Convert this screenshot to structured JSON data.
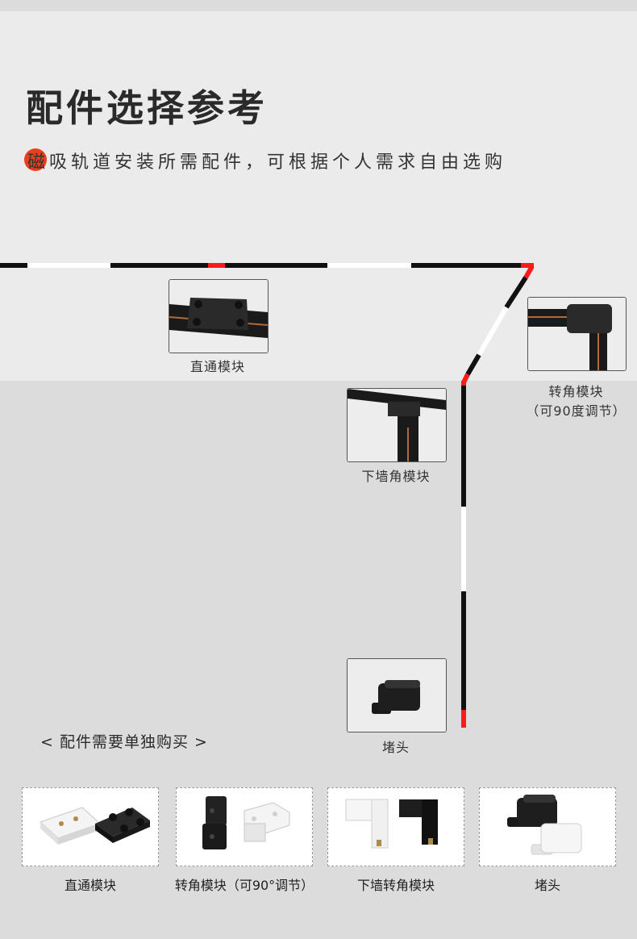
{
  "header": {
    "title": "配件选择参考",
    "subtitle": "磁吸轨道安装所需配件，可根据个人需求自由选购"
  },
  "diagram": {
    "straight": "直通模块",
    "corner": "转角模块",
    "corner_note": "（可90度调节）",
    "wall_corner": "下墙角模块",
    "end_cap": "堵头"
  },
  "note": "< 配件需要单独购买 >",
  "products": [
    {
      "label": "直通模块"
    },
    {
      "label": "转角模块（可90°调节）"
    },
    {
      "label": "下墙转角模块"
    },
    {
      "label": "堵头"
    }
  ],
  "colors": {
    "accent": "#e8401c",
    "track_red": "#ff1a1a",
    "track_black": "#111111",
    "band_light": "#ebebeb",
    "band_dark": "#dcdcdc"
  }
}
